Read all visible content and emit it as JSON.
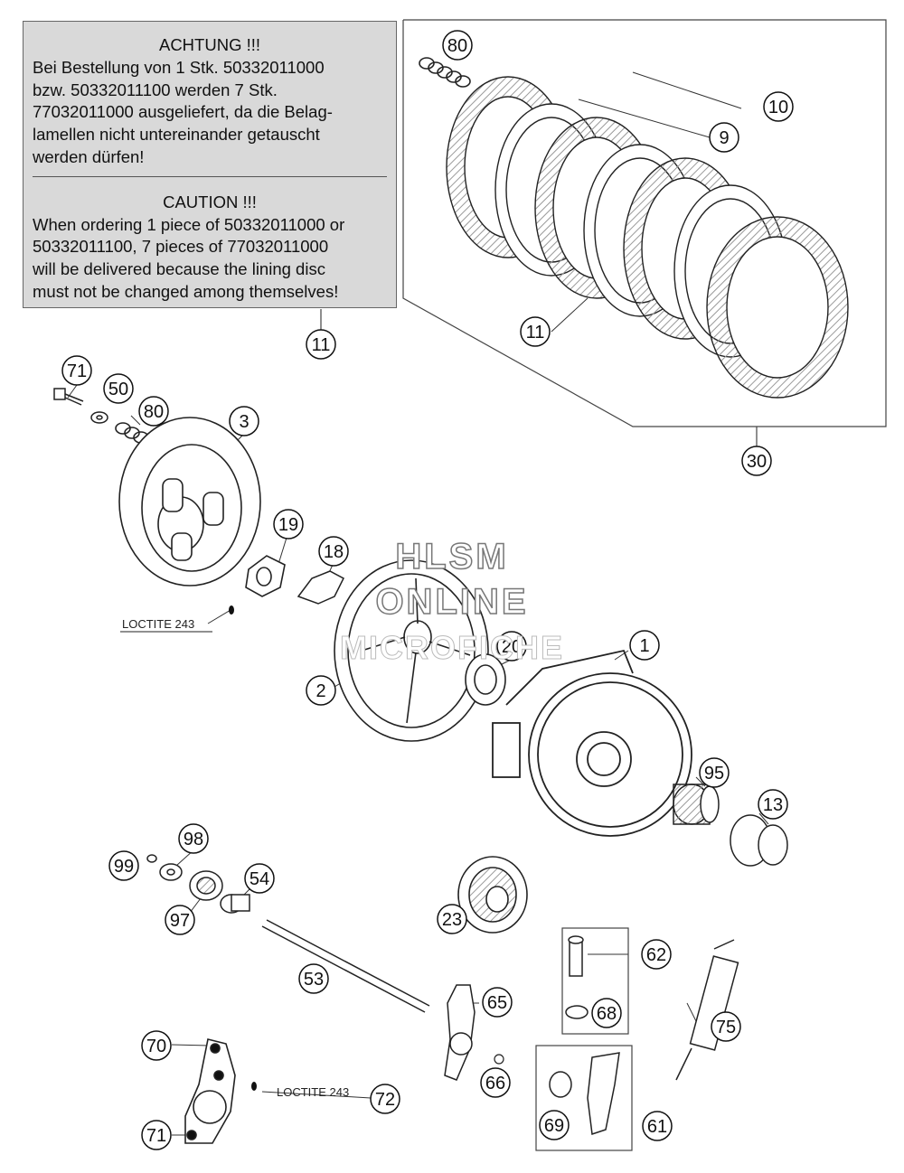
{
  "notice": {
    "de_title": "ACHTUNG !!!",
    "de_lines": [
      "Bei Bestellung von 1 Stk. 50332011000",
      "bzw. 50332011100 werden 7 Stk.",
      "77032011000 ausgeliefert, da die Belag-",
      "lamellen nicht untereinander getauscht",
      "werden dürfen!"
    ],
    "en_title": "CAUTION !!!",
    "en_lines": [
      "When ordering 1 piece of 50332011000 or",
      "50332011100, 7 pieces of 77032011000",
      "will be delivered because the lining disc",
      "must not be changed among themselves!"
    ]
  },
  "watermark": {
    "line1": "HLSM",
    "line2": "ONLINE",
    "line3": "MICROFICHE"
  },
  "annotations": {
    "loctite_1": "LOCTITE 243",
    "loctite_2": "LOCTITE 243"
  },
  "callouts": [
    {
      "id": "c80a",
      "label": "80"
    },
    {
      "id": "c10",
      "label": "10"
    },
    {
      "id": "c9",
      "label": "9"
    },
    {
      "id": "c11a",
      "label": "11"
    },
    {
      "id": "c11b",
      "label": "11"
    },
    {
      "id": "c30",
      "label": "30"
    },
    {
      "id": "c71a",
      "label": "71"
    },
    {
      "id": "c50",
      "label": "50"
    },
    {
      "id": "c80b",
      "label": "80"
    },
    {
      "id": "c3",
      "label": "3"
    },
    {
      "id": "c19",
      "label": "19"
    },
    {
      "id": "c18",
      "label": "18"
    },
    {
      "id": "c20",
      "label": "20"
    },
    {
      "id": "c1",
      "label": "1"
    },
    {
      "id": "c2",
      "label": "2"
    },
    {
      "id": "c95",
      "label": "95"
    },
    {
      "id": "c13",
      "label": "13"
    },
    {
      "id": "c98",
      "label": "98"
    },
    {
      "id": "c99",
      "label": "99"
    },
    {
      "id": "c54",
      "label": "54"
    },
    {
      "id": "c97",
      "label": "97"
    },
    {
      "id": "c23",
      "label": "23"
    },
    {
      "id": "c62",
      "label": "62"
    },
    {
      "id": "c68",
      "label": "68"
    },
    {
      "id": "c53",
      "label": "53"
    },
    {
      "id": "c65",
      "label": "65"
    },
    {
      "id": "c75",
      "label": "75"
    },
    {
      "id": "c70",
      "label": "70"
    },
    {
      "id": "c66",
      "label": "66"
    },
    {
      "id": "c72",
      "label": "72"
    },
    {
      "id": "c69",
      "label": "69"
    },
    {
      "id": "c61",
      "label": "61"
    },
    {
      "id": "c71b",
      "label": "71"
    }
  ]
}
